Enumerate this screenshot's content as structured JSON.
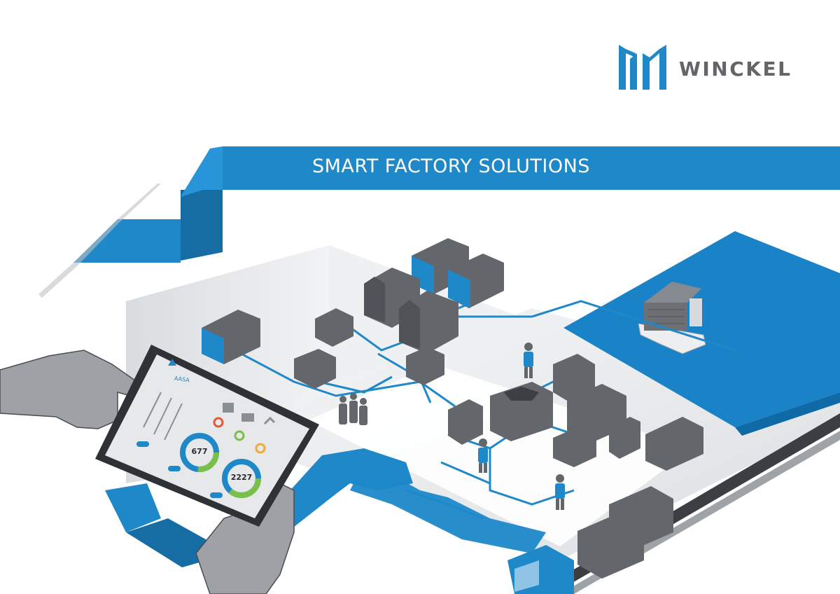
{
  "brand": {
    "name": "WINCKEL",
    "color": "#1e88c9",
    "text_color": "#636568"
  },
  "banner": {
    "title": "SMART FACTORY SOLUTIONS",
    "color": "#1e88c9"
  },
  "tablet": {
    "app_name": "AASA",
    "gauge_1": {
      "value": "677"
    },
    "gauge_2": {
      "value": "2227"
    }
  },
  "colors": {
    "accent": "#1e88c9",
    "machine": "#63666b",
    "floor": "#e6e8ea",
    "sea": "#1a82c6"
  }
}
